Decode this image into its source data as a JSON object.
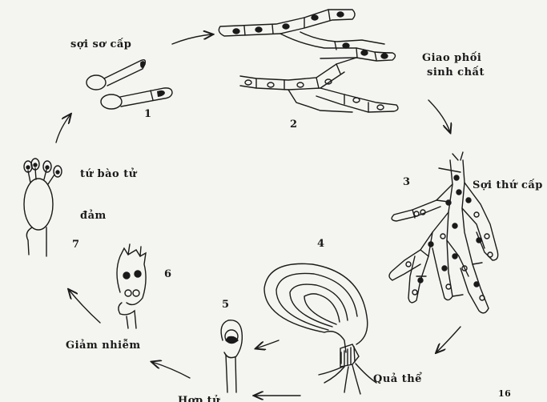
{
  "labels": {
    "soi_so_cap": "sợi sơ cấp",
    "giao_phoi": "Giao phối",
    "sinh_chat": "sinh chất",
    "soi_thu_cap": "Sợi thứ cấp",
    "tu_bao_tu": "tứ bào tử",
    "dam": "đảm",
    "giam_nhiem": "Giảm nhiễm",
    "qua_the": "Quả thể",
    "bottom_partial": "Hợp tử"
  },
  "stage_numbers": [
    "1",
    "2",
    "3",
    "4",
    "5",
    "6",
    "7"
  ],
  "page_number": "16"
}
